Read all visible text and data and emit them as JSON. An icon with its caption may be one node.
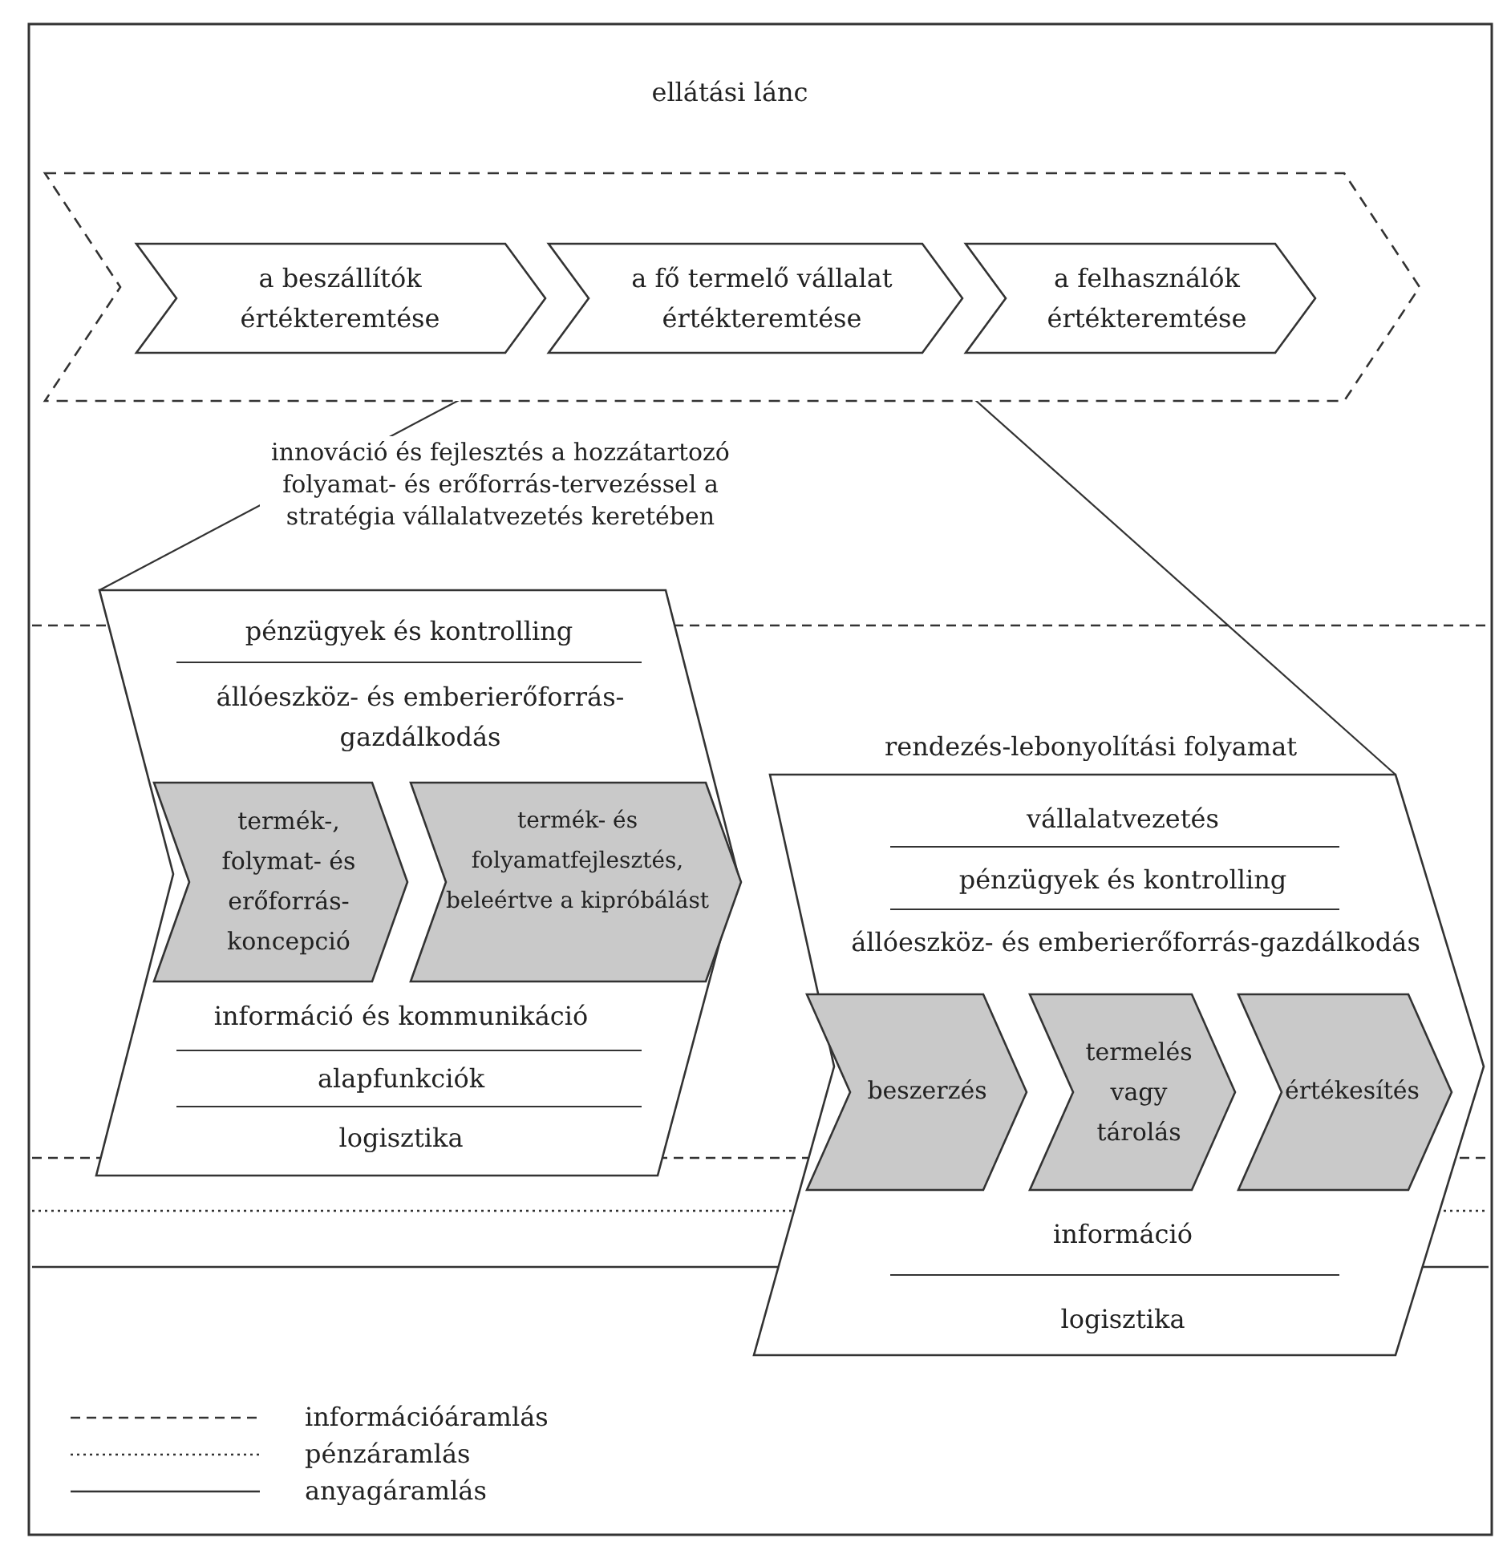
{
  "diagram": {
    "nodes": [
      {
        "text": [
          "ellátási lánc"
        ]
      },
      {
        "text": [
          "a beszállítók értékteremtése"
        ],
        "in": 0
      },
      {
        "text": [
          "a fő termelő vállalat értékteremtése"
        ],
        "in": 0
      },
      {
        "text": [
          "a felhasználók értékteremtése"
        ],
        "in": 0
      },
      {
        "text": [
          "innováció és fejlesztés a hozzátartozó folyamat- és erőforrás-tervezéssel a stratégia vállalatvezetés keretében",
          "pénzügyek és kontrolling",
          "állóeszköz- és emberierőforrás-gazdálkodás",
          "információ és kommunikáció",
          "alapfunkciók",
          "logisztika"
        ]
      },
      {
        "text": [
          "termék-, folymat- és erőforrás-koncepció"
        ],
        "in": 4
      },
      {
        "text": [
          "termék- és folyamatfejlesztés, beleértve a kipróbálást"
        ],
        "in": 4
      },
      {
        "text": [
          "rendezés-lebonyolítási folyamat",
          "vállalatvezetés",
          "pénzügyek és kontrolling",
          "állóeszköz- és emberierőforrás-gazdálkodás",
          "információ",
          "logisztika"
        ]
      },
      {
        "text": [
          "beszerzés"
        ],
        "in": 7
      },
      {
        "text": [
          "termelés vagy tárolás"
        ],
        "in": 7
      },
      {
        "text": [
          "értékesítés"
        ],
        "in": 7
      }
    ],
    "edges": [
      {
        "from": 2,
        "to": 4,
        "arrow": "none"
      },
      {
        "from": 2,
        "to": 7,
        "arrow": "none"
      }
    ],
    "legend": [
      {
        "text": "információáramlás"
      },
      {
        "text": "pénzáramlás"
      },
      {
        "text": "anyagáramlás"
      }
    ]
  }
}
